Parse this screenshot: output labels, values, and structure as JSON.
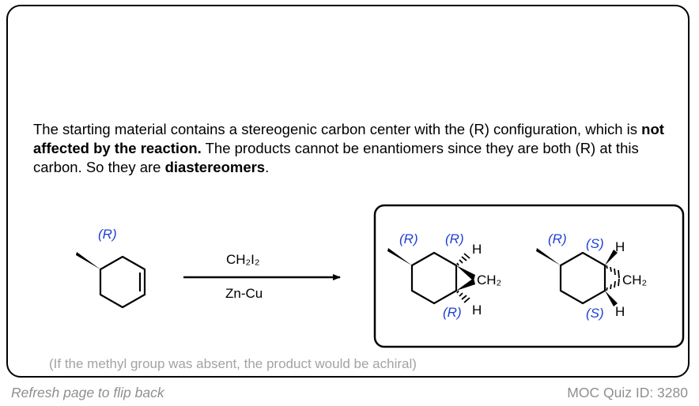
{
  "explanation": {
    "part1": "The starting material contains a stereogenic carbon center with the (R) configuration, which is ",
    "bold1": "not affected by the reaction.",
    "part2": " The products cannot be enantiomers since they are both (R) at this carbon.  So they are ",
    "bold2": "diastereomers",
    "part3": "."
  },
  "reaction": {
    "reagent_top": "CH₂I₂",
    "reagent_bottom": "Zn-Cu",
    "starting_material_label": "(R)"
  },
  "product1": {
    "label_top_left": "(R)",
    "label_top_right": "(R)",
    "label_bottom": "(R)",
    "h_top": "H",
    "h_bottom": "H",
    "ch2": "CH₂"
  },
  "product2": {
    "label_top_left": "(R)",
    "label_top_right": "(S)",
    "label_bottom": "(S)",
    "h_top": "H",
    "h_bottom": "H",
    "ch2": "CH₂"
  },
  "note": "(If the methyl group was absent, the product would be achiral)",
  "footer": {
    "refresh": "Refresh page to flip back",
    "quiz_id": "MOC Quiz ID: 3280"
  },
  "colors": {
    "stereo_label": "#1e3fd6",
    "muted_text": "#a3a3a3"
  }
}
